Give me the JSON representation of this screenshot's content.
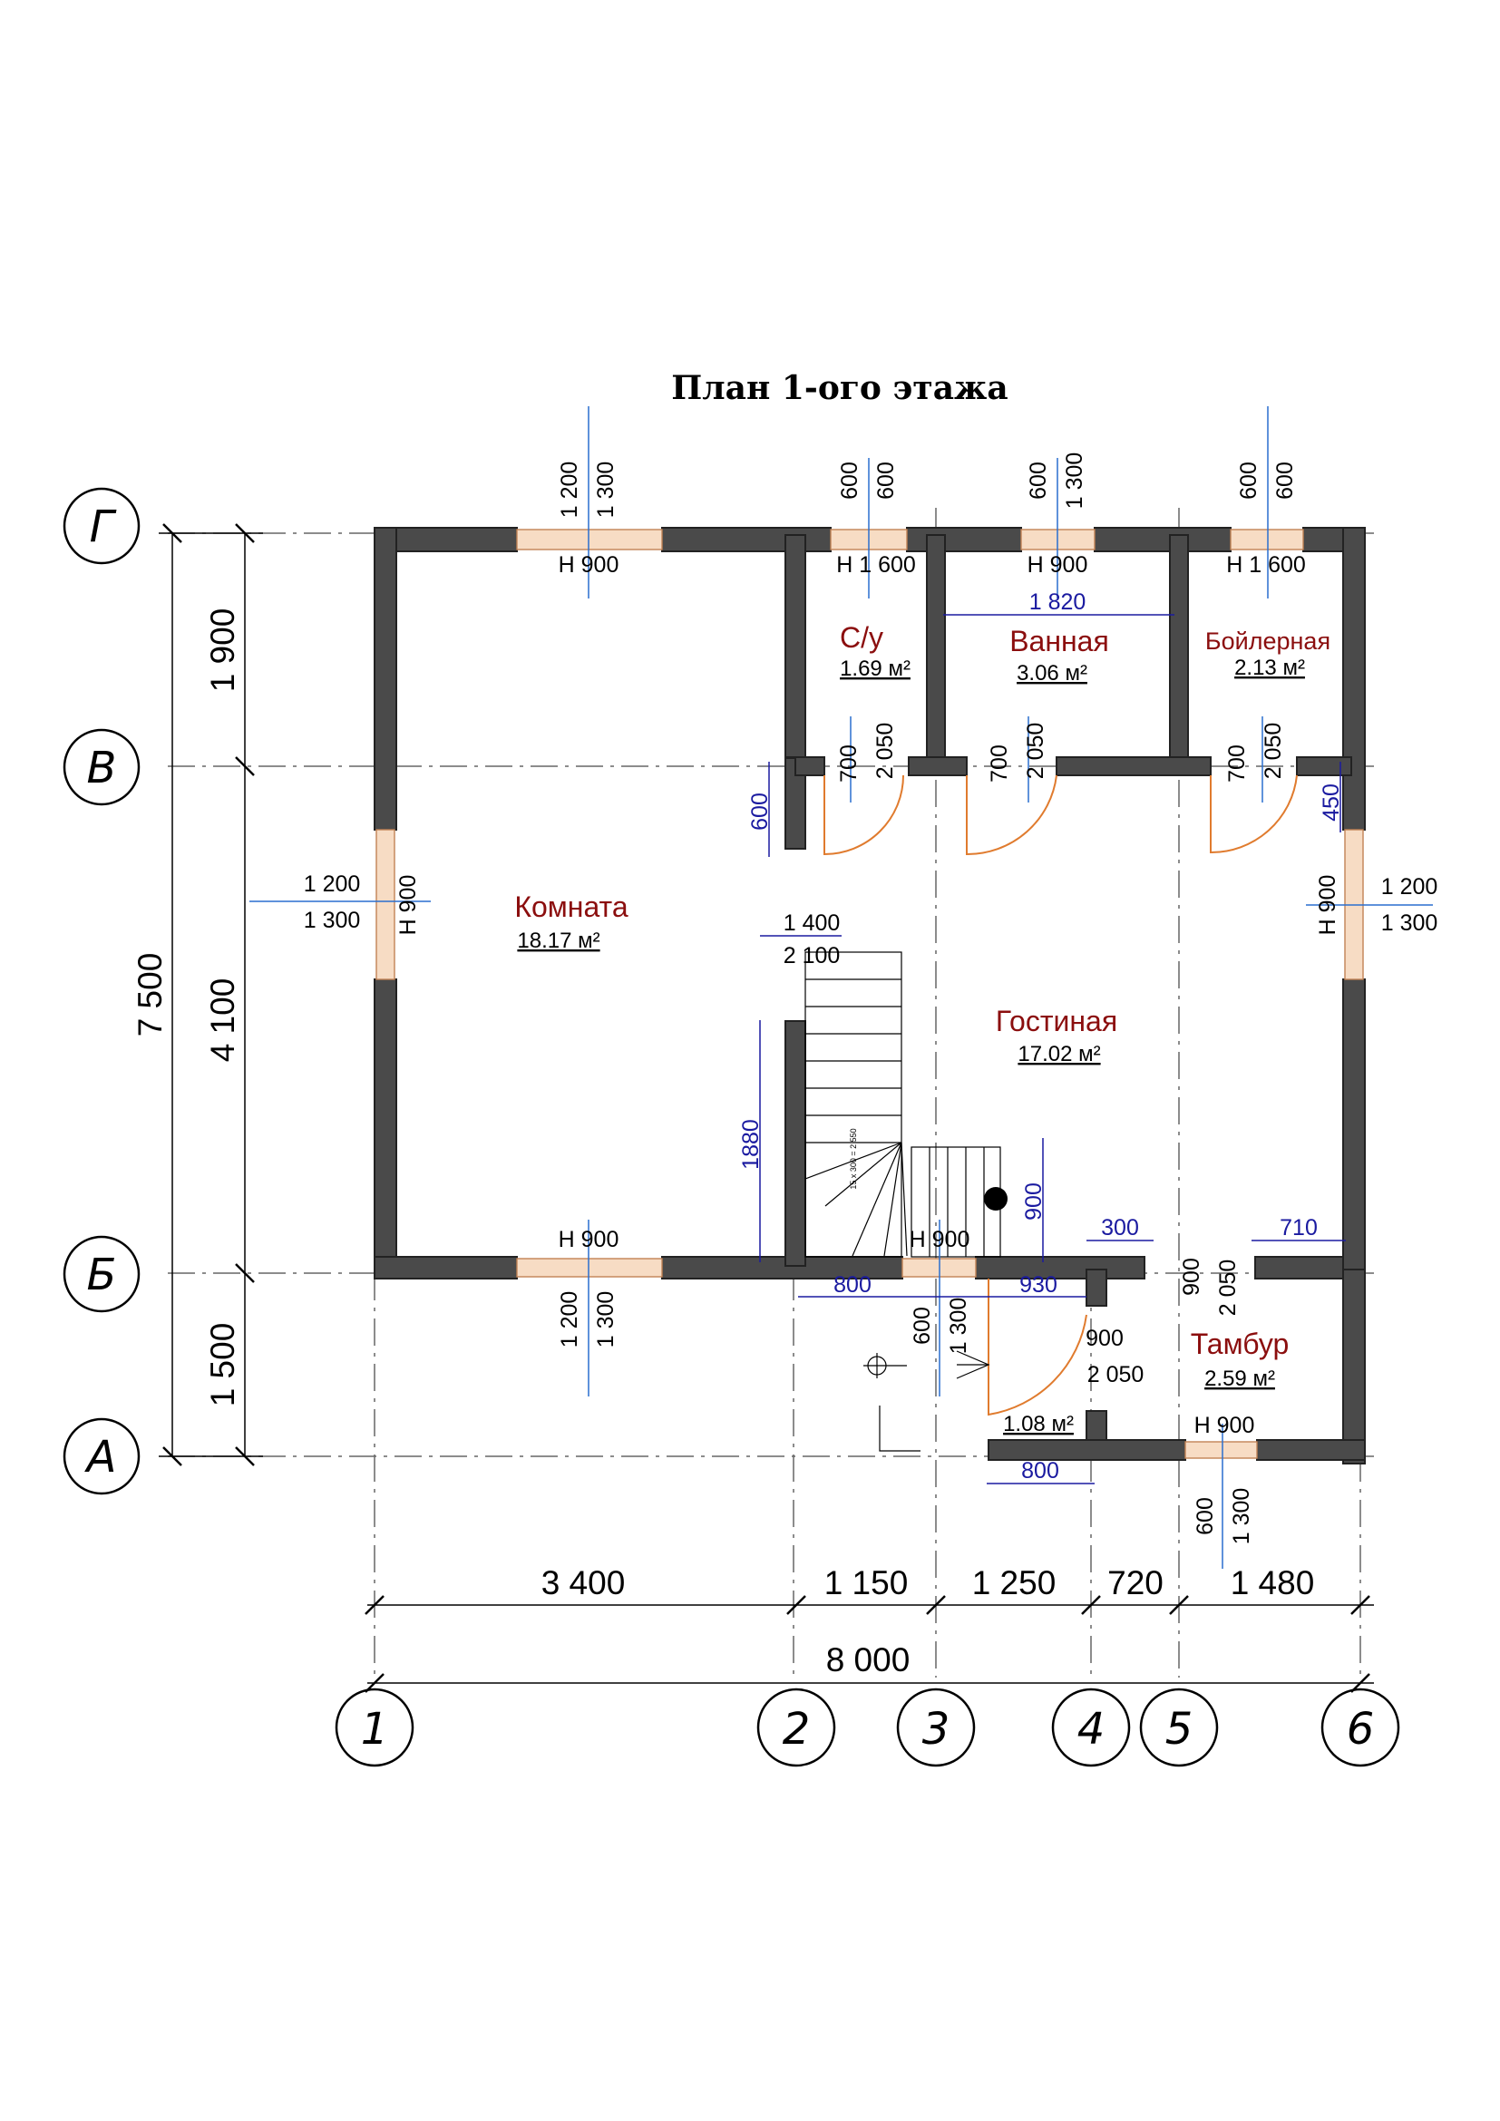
{
  "title": "План 1-ого этажа",
  "axes_letters": [
    "Г",
    "В",
    "Б",
    "А"
  ],
  "axes_numbers": [
    "1",
    "2",
    "3",
    "4",
    "5",
    "6"
  ],
  "dims": {
    "left_total": "7 500",
    "left_1": "1 900",
    "left_2": "4 100",
    "left_3": "1 500",
    "bottom_1": "3 400",
    "bottom_2": "1 150",
    "bottom_3": "1 250",
    "bottom_4": "720",
    "bottom_5": "1 480",
    "bottom_total": "8 000"
  },
  "rooms": {
    "komnata": {
      "name": "Комната",
      "area": "18.17 м²"
    },
    "su": {
      "name": "С/у",
      "area": "1.69 м²"
    },
    "vannaya": {
      "name": "Ванная",
      "area": "3.06 м²"
    },
    "boiler": {
      "name": "Бойлерная",
      "area": "2.13 м²"
    },
    "gostinaya": {
      "name": "Гостиная",
      "area": "17.02 м²"
    },
    "tambur": {
      "name": "Тамбур",
      "area": "2.59 м²"
    },
    "small": {
      "area": "1.08 м²"
    }
  },
  "labels": {
    "w1_h": "Н 900",
    "w1_a": "1 200",
    "w1_b": "1 300",
    "w2_h": "Н 1 600",
    "w2_a": "600",
    "w2_b": "600",
    "w3_h": "Н 900",
    "w3_a": "600",
    "w3_b": "1 300",
    "w4_h": "Н 1 600",
    "w4_a": "600",
    "w4_b": "600",
    "wl_h": "Н 900",
    "wl_a": "1 200",
    "wl_b": "1 300",
    "wr_h": "Н 900",
    "wr_a": "1 200",
    "wr_b": "1 300",
    "wb1_h": "Н 900",
    "wb1_a": "1 200",
    "wb1_b": "1 300",
    "wb2_h": "Н 900",
    "wb2_a": "600",
    "wb2_b": "1 300",
    "wa_h": "Н 900",
    "wa_a": "600",
    "wa_b": "1 300",
    "vann_width": "1 820",
    "d_su_a": "700",
    "d_su_b": "2 050",
    "d_van_a": "700",
    "d_van_b": "2 050",
    "d_boi_a": "700",
    "d_boi_b": "2 050",
    "d_600": "600",
    "d_450": "450",
    "st_a": "1 400",
    "st_b": "2 100",
    "d_1880": "1880",
    "d_900v": "900",
    "d_300": "300",
    "d_710": "710",
    "d_800a": "800",
    "d_930": "930",
    "d_tamb_a": "900",
    "d_tamb_b": "2 050",
    "d_tamb_v_a": "900",
    "d_tamb_v_b": "2 050",
    "d_800b": "800",
    "stair_note": "15 x 300 = 2 550"
  },
  "colors": {
    "room_label": "#8b0e0e",
    "dimension_blue": "#1a1aa0",
    "axis_blue": "#2a6fcf",
    "wall": "#4a4a4a",
    "door": "#e07b2e",
    "window": "#f7dcc4"
  }
}
